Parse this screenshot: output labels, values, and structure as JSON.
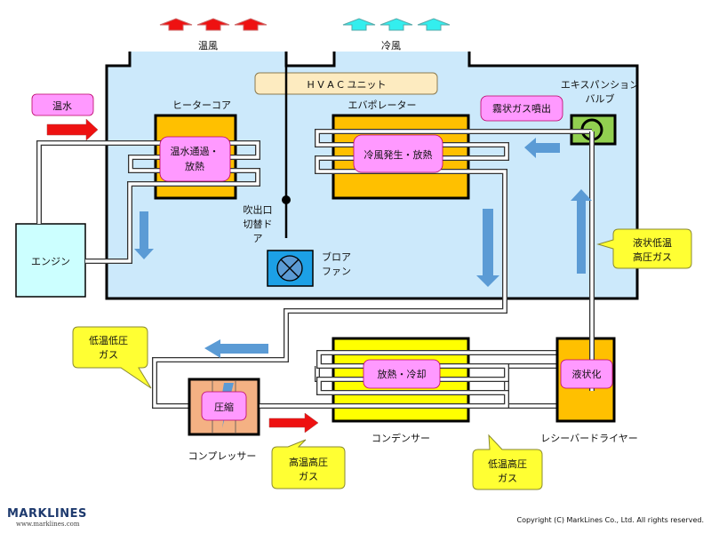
{
  "labels": {
    "warm_air": "温風",
    "cool_air": "冷風",
    "hvac_unit": "H V A C ユニット",
    "hot_water": "温水",
    "heater_core": "ヒーターコア",
    "heater_core_action_1": "温水通過・",
    "heater_core_action_2": "放熱",
    "evaporator": "エバポレーター",
    "evaporator_action": "冷風発生・放熱",
    "expansion_valve_1": "エキスパンション",
    "expansion_valve_2": "バルブ",
    "mist_gas": "霧状ガス噴出",
    "engine": "エンジン",
    "outlet_door_1": "吹出口",
    "outlet_door_2": "切替ド",
    "outlet_door_3": "ア",
    "blower_fan_1": "ブロア",
    "blower_fan_2": "ファン",
    "liquid_gas_1": "液状低温",
    "liquid_gas_2": "高圧ガス",
    "low_temp_low_pressure_1": "低温低圧",
    "low_temp_low_pressure_2": "ガス",
    "compress": "圧縮",
    "compressor": "コンプレッサー",
    "high_temp_high_pressure_1": "高温高圧",
    "high_temp_high_pressure_2": "ガス",
    "condenser_action": "放熱・冷却",
    "condenser": "コンデンサー",
    "low_temp_high_pressure_1": "低温高圧",
    "low_temp_high_pressure_2": "ガス",
    "liquefy": "液状化",
    "receiver_dryer": "レシーバードライヤー"
  },
  "footer": {
    "logo": "MARKLINES",
    "logo_url": "www.marklines.com",
    "copyright": "Copyright (C) MarkLines Co., Ltd. All rights reserved."
  },
  "colors": {
    "hvac_bg": "#cce9fb",
    "hot_arrow": "#ee1111",
    "cool_arrow": "#33eeee",
    "flow_arrow": "#5b9bd5",
    "core_orange": "#ffc000",
    "condenser_yellow": "#ffff00",
    "pink_label": "#ff99ff",
    "callout_yellow": "#ffff33",
    "valve_green": "#92d050",
    "engine_cyan": "#ccffff",
    "compressor_tan": "#f4b183",
    "fan_blue": "#1ca0e6"
  }
}
